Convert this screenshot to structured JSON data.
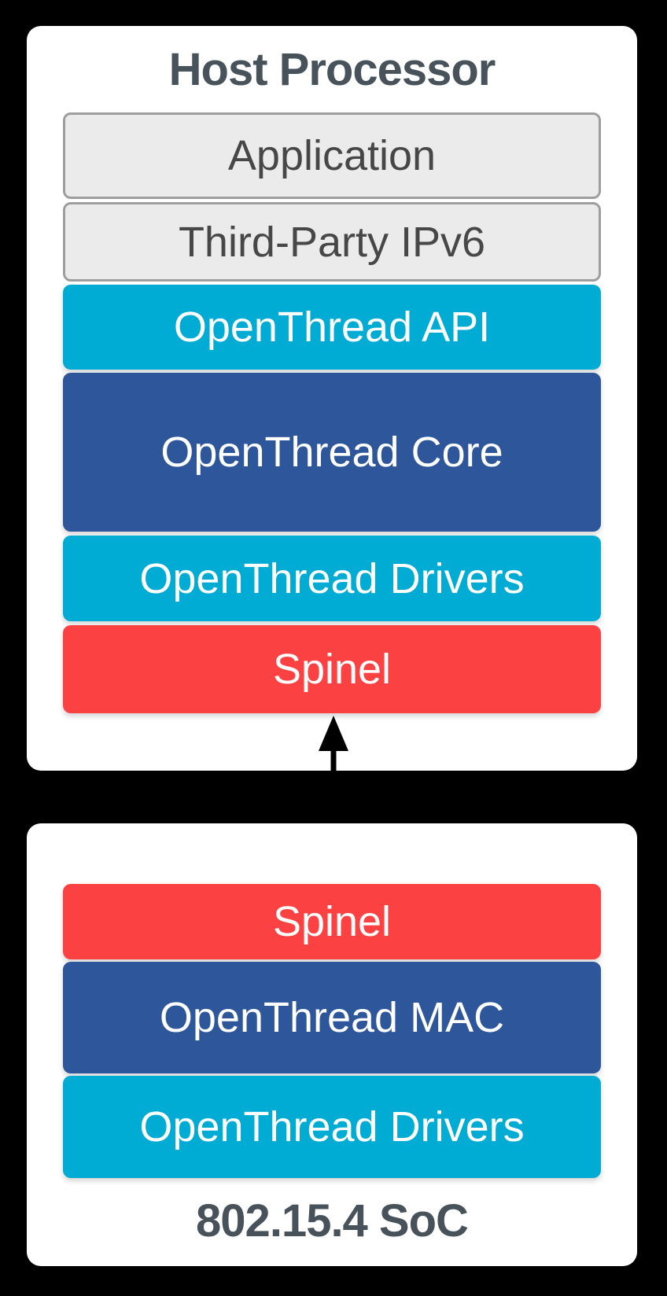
{
  "diagram": {
    "host": {
      "title": "Host Processor",
      "layers": [
        {
          "label": "Application",
          "kind": "gray"
        },
        {
          "label": "Third-Party IPv6",
          "kind": "gray"
        },
        {
          "label": "OpenThread API",
          "kind": "cyan"
        },
        {
          "label": "OpenThread Core",
          "kind": "blue"
        },
        {
          "label": "OpenThread Drivers",
          "kind": "cyan"
        },
        {
          "label": "Spinel",
          "kind": "red"
        }
      ]
    },
    "soc": {
      "title": "802.15.4 SoC",
      "layers": [
        {
          "label": "Spinel",
          "kind": "red"
        },
        {
          "label": "OpenThread MAC",
          "kind": "blue"
        },
        {
          "label": "OpenThread Drivers",
          "kind": "cyan"
        }
      ]
    },
    "connector": {
      "type": "double-headed-vertical-arrow",
      "connects": "Spinel (Host) to Spinel (802.15.4 SoC)",
      "color": "#000000"
    },
    "colors": {
      "cyan": "#00ACD4",
      "blue": "#2D569B",
      "red": "#FC4142",
      "gray_fill": "#EBEBEB",
      "gray_border": "#9E9E9E",
      "title_text": "#47525B",
      "gray_text": "#474747",
      "background": "#000000",
      "panel": "#FFFFFF"
    }
  }
}
